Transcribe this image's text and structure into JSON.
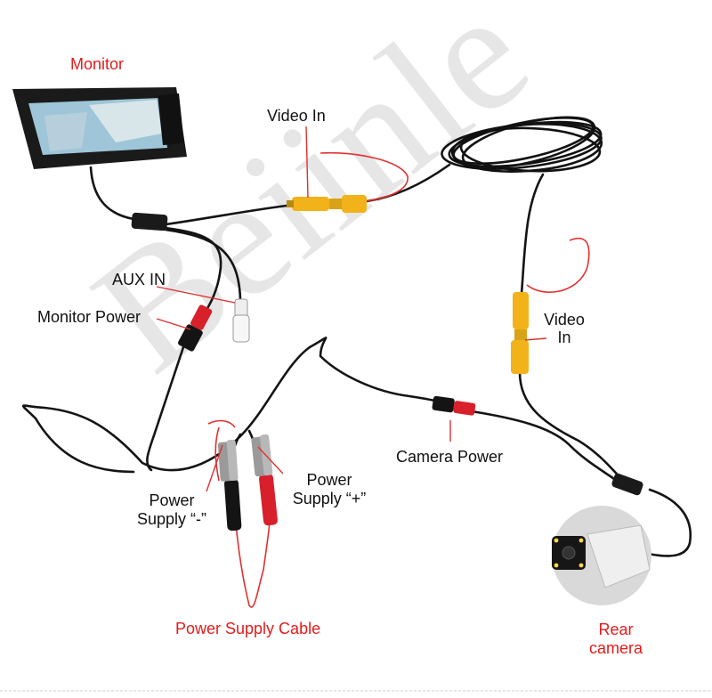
{
  "labels": {
    "monitor": "Monitor",
    "video_in_top": "Video In",
    "aux_in": "AUX IN",
    "monitor_power": "Monitor Power",
    "video_in_right_1": "Video",
    "video_in_right_2": "In",
    "camera_power": "Camera Power",
    "power_supply_neg_1": "Power",
    "power_supply_neg_2": "Supply “-”",
    "power_supply_pos_1": "Power",
    "power_supply_pos_2": "Supply “+”",
    "power_supply_cable": "Power Supply Cable",
    "rear_camera_1": "Rear",
    "rear_camera_2": "camera"
  },
  "watermark": "Beiinle",
  "colors": {
    "label_red": "#e31b1b",
    "label_black": "#111111",
    "connector_yellow": "#f2b21a",
    "connector_red": "#d8202a",
    "cable_black": "#141414",
    "wire_red": "#e23030"
  }
}
